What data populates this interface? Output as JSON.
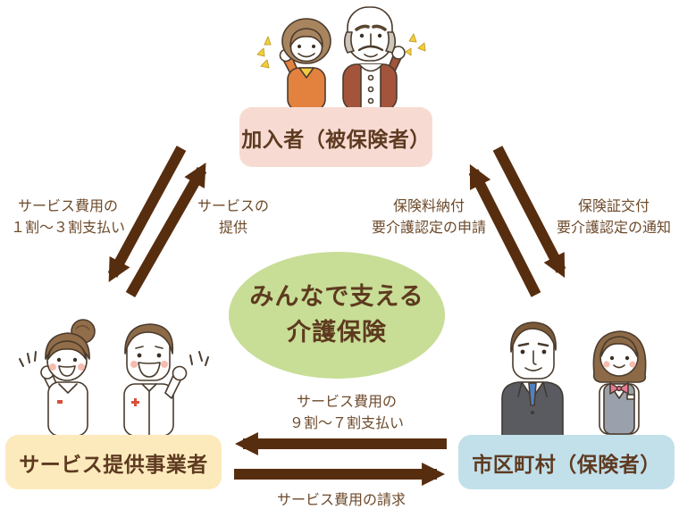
{
  "center_ellipse": {
    "line1": "みんなで支える",
    "line2": "介護保険",
    "bg": "#c8dd96",
    "text_color": "#5d3a1f"
  },
  "nodes": {
    "insured": {
      "label": "加入者（被保険者）",
      "bg": "#f7dbd3"
    },
    "provider": {
      "label": "サービス提供事業者",
      "bg": "#fdeabc"
    },
    "municipality": {
      "label": "市区町村（保険者）",
      "bg": "#c2e0ea"
    }
  },
  "arrows": [
    {
      "id": "copay",
      "from": "加入者（被保険者）",
      "to": "サービス提供事業者",
      "lines": [
        "サービス費用の",
        "１割～３割支払い"
      ]
    },
    {
      "id": "service-provision",
      "from": "サービス提供事業者",
      "to": "加入者（被保険者）",
      "lines": [
        "サービスの",
        "提供"
      ]
    },
    {
      "id": "premium-application",
      "from": "加入者（被保険者）",
      "to": "市区町村（保険者）",
      "lines": [
        "保険料納付",
        "要介護認定の申請"
      ]
    },
    {
      "id": "certificate-notice",
      "from": "市区町村（保険者）",
      "to": "加入者（被保険者）",
      "lines": [
        "保険証交付",
        "要介護認定の通知"
      ]
    },
    {
      "id": "reimbursement",
      "from": "市区町村（保険者）",
      "to": "サービス提供事業者",
      "lines": [
        "サービス費用の",
        "９割～７割支払い"
      ]
    },
    {
      "id": "billing",
      "from": "サービス提供事業者",
      "to": "市区町村（保険者）",
      "lines": [
        "サービス費用の請求"
      ]
    }
  ],
  "colors": {
    "arrow": "#572d0f",
    "arrow_label_text": "#6d4a2b",
    "node_text": "#5e3a21"
  }
}
